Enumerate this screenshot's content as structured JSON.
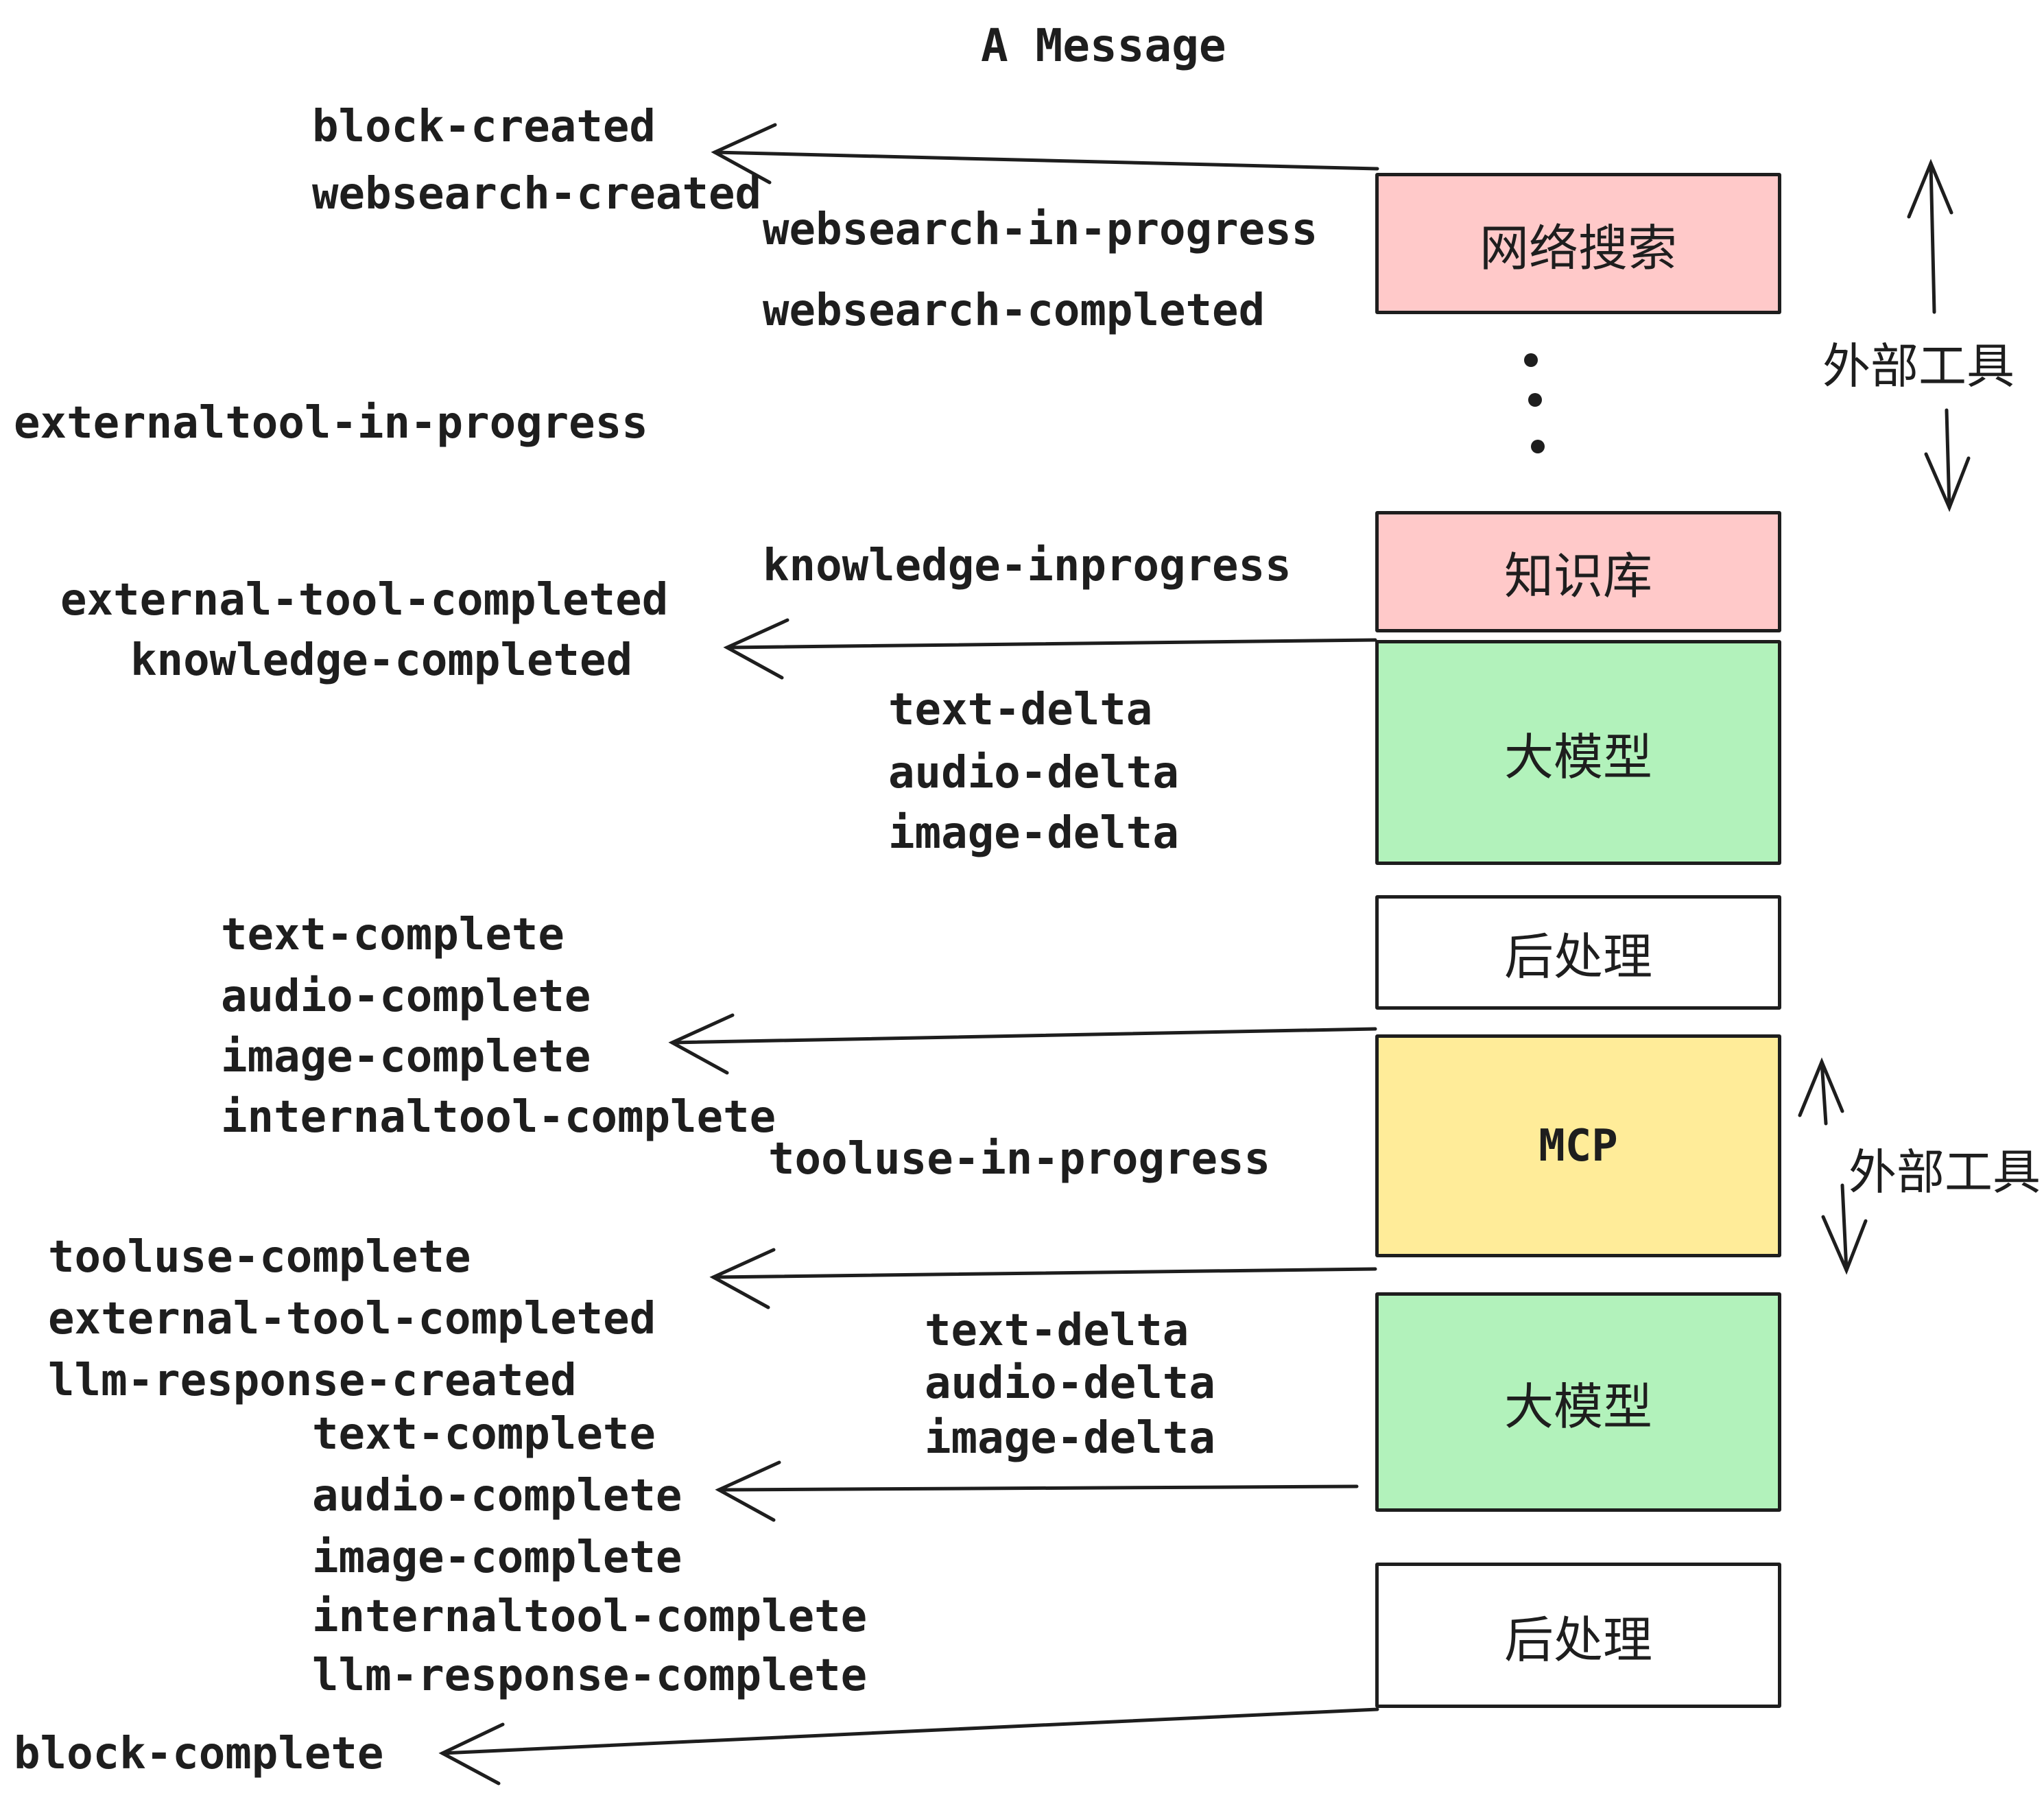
{
  "title": "A Message",
  "events": {
    "block_created": "block-created",
    "websearch_created": "websearch-created",
    "websearch_in_progress": "websearch-in-progress",
    "websearch_completed": "websearch-completed",
    "externaltool_in_progress": "externaltool-in-progress",
    "knowledge_inprogress": "knowledge-inprogress",
    "external_tool_completed": "external-tool-completed",
    "knowledge_completed": "knowledge-completed",
    "text_delta": "text-delta",
    "audio_delta": "audio-delta",
    "image_delta": "image-delta",
    "text_complete": "text-complete",
    "audio_complete": "audio-complete",
    "image_complete": "image-complete",
    "internaltool_complete": "internaltool-complete",
    "tooluse_in_progress": "tooluse-in-progress",
    "tooluse_complete": "tooluse-complete",
    "llm_response_created": "llm-response-created",
    "llm_response_complete": "llm-response-complete",
    "block_complete": "block-complete"
  },
  "boxes": [
    {
      "label": "网络搜索",
      "fill": "#ffc9c9"
    },
    {
      "label": "知识库",
      "fill": "#ffc9c9"
    },
    {
      "label": "大模型",
      "fill": "#b2f2bb"
    },
    {
      "label": "后处理",
      "fill": "#ffffff"
    },
    {
      "label": "MCP",
      "fill": "#ffec99"
    },
    {
      "label": "大模型",
      "fill": "#b2f2bb"
    },
    {
      "label": "后处理",
      "fill": "#ffffff"
    }
  ],
  "side_labels": {
    "external_tools": "外部工具"
  },
  "colors": {
    "stroke": "#1e1e1e",
    "box_pink": "#ffc9c9",
    "box_green": "#b2f2bb",
    "box_yellow": "#ffec99",
    "box_white": "#ffffff"
  }
}
